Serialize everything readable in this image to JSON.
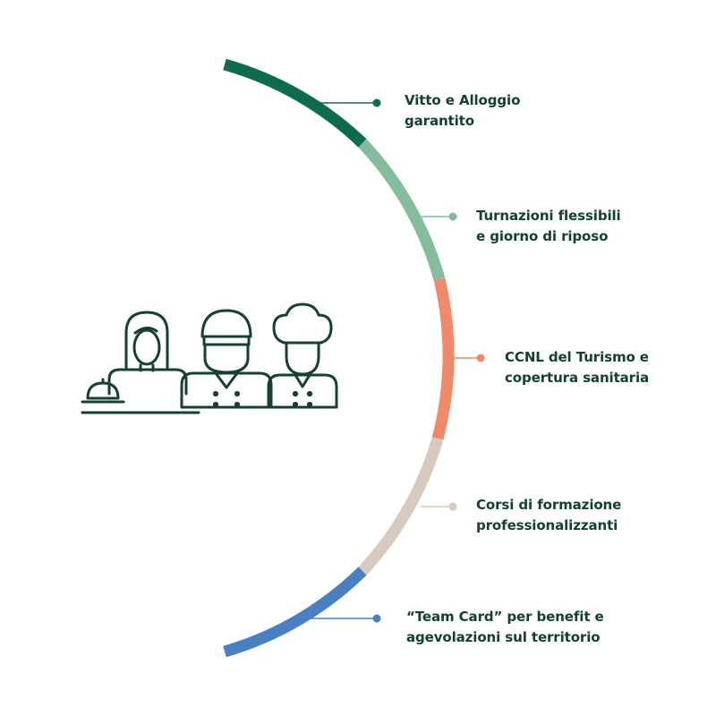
{
  "benefits": [
    {
      "line1": "Vitto e Alloggio",
      "line2": "garantito",
      "color": "#0f6b4f"
    },
    {
      "line1": "Turnazioni flessibili",
      "line2": "e giorno di riposo",
      "color": "#84bc9e"
    },
    {
      "line1": "CCNL del Turismo e",
      "line2": "copertura sanitaria",
      "color": "#f08a6b"
    },
    {
      "line1": "Corsi di formazione",
      "line2": "professionalizzanti",
      "color": "#d8c9bf"
    },
    {
      "line1": "“Team Card” per benefit e",
      "line2": "agevolazioni sul territorio",
      "color": "#4a7fc1"
    }
  ],
  "icons": {
    "staff_illustration": "hospitality-staff-icon",
    "waitress": "waitress-with-cloche-icon",
    "waiter": "waiter-icon",
    "chef": "chef-icon"
  },
  "theme": {
    "text": "#12412e",
    "icon_stroke": "#16402f"
  }
}
